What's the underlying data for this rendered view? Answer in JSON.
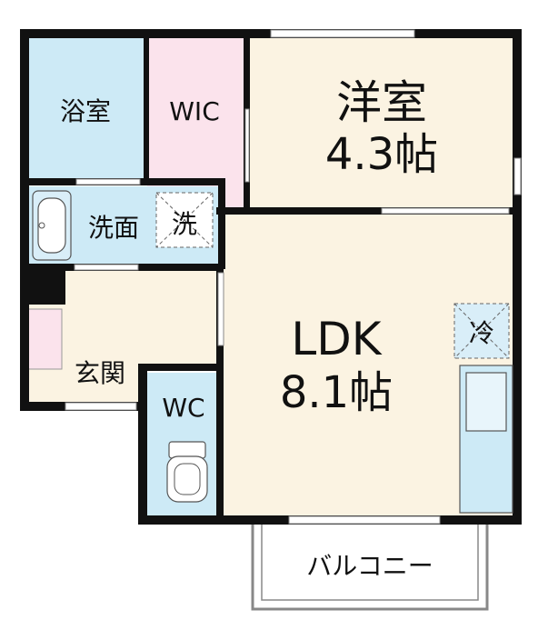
{
  "rooms": {
    "bath": {
      "name": "浴室"
    },
    "wic": {
      "name": "WIC"
    },
    "western": {
      "name": "洋室",
      "size": "4.3帖"
    },
    "washroom": {
      "name": "洗面"
    },
    "washer_mark": "洗",
    "ldk": {
      "name": "LDK",
      "size": "8.1帖"
    },
    "fridge_mark": "冷",
    "entrance": {
      "name": "玄関"
    },
    "toilet": {
      "name": "WC"
    },
    "balcony": {
      "name": "バルコニー"
    }
  },
  "colors": {
    "wall": "#111111",
    "floor_wood": "#fbf3e2",
    "floor_wet": "#cdeaf6",
    "closet": "#fbe3ec",
    "fixture": "#d9eef8"
  }
}
